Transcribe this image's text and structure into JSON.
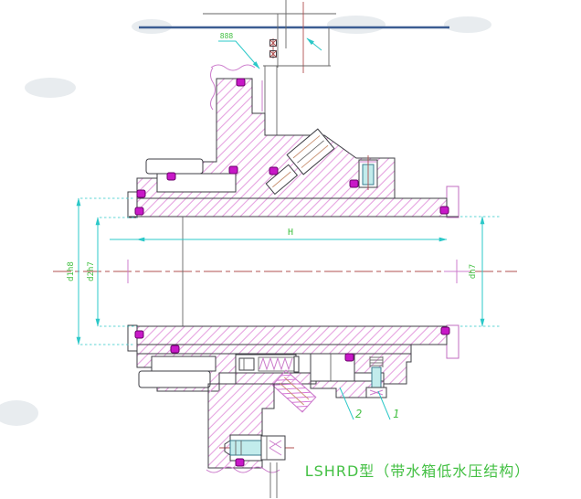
{
  "drawing": {
    "title_caption": "LSHRD型（带水箱低水压结构）",
    "top_label": "888",
    "dimensions": {
      "horizontal": "H",
      "left_outer": "d1h8",
      "left_inner": "d2h7",
      "right": "dh7"
    },
    "part_labels": {
      "bolt": "1",
      "gland": "2"
    },
    "colors": {
      "dimension_cyan": "#2bc8c8",
      "label_green": "#44c044",
      "hatch_pink": "#e5a2e0",
      "outline_dark": "#3f3f46",
      "magenta_accent": "#cc7ccc",
      "oring_magenta": "#c818c8",
      "centerline_red": "#b05050",
      "bolt_cyan_fill": "#c2ecec",
      "top_blue_line": "#3c5d92"
    }
  }
}
